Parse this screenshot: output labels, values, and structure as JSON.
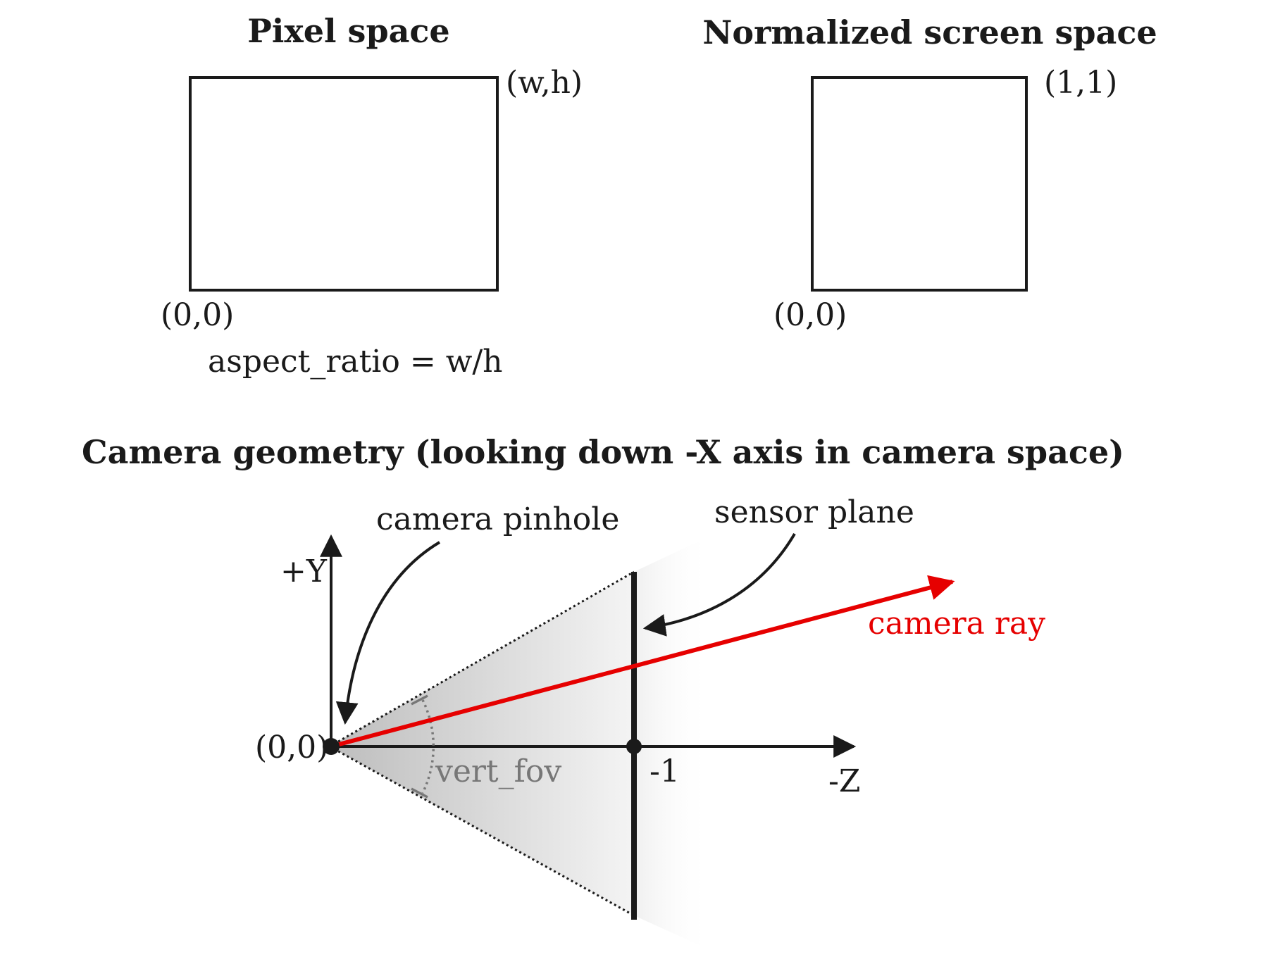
{
  "pixel_space": {
    "title": "Pixel space",
    "top_right_label": "(w,h)",
    "bottom_left_label": "(0,0)",
    "aspect_label": "aspect_ratio = w/h"
  },
  "normalized_space": {
    "title": "Normalized screen space",
    "top_right_label": "(1,1)",
    "bottom_left_label": "(0,0)"
  },
  "camera": {
    "title": "Camera geometry (looking down -X axis in camera space)",
    "pinhole_label": "camera pinhole",
    "sensor_label": "sensor plane",
    "ray_label": "camera ray",
    "y_axis_label": "+Y",
    "z_axis_label": "-Z",
    "origin_label": "(0,0)",
    "sensor_tick_label": "-1",
    "fov_label": "vert_fov"
  },
  "colors": {
    "ray": "#e60000",
    "stroke": "#1a1a1a",
    "fov": "#777777"
  }
}
